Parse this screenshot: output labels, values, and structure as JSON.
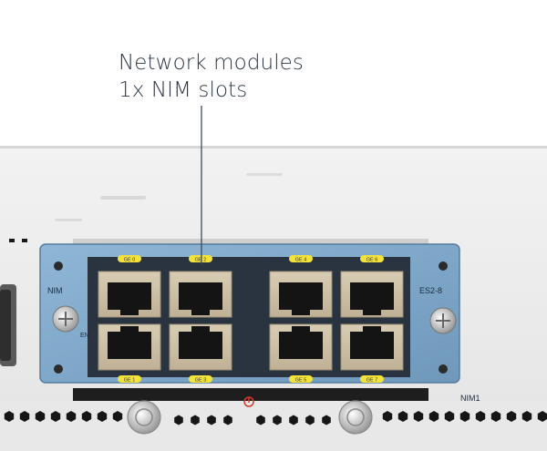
{
  "callout": {
    "line1": "Network modules",
    "line2": "1x NIM slots"
  },
  "module": {
    "left_label": "NIM",
    "en_label": "EN",
    "model_label": "ES2-8",
    "slot_label": "NIM1"
  },
  "ports": {
    "top_labels": [
      "GE 0",
      "GE 2",
      "GE 4",
      "GE 6"
    ],
    "bottom_labels": [
      "GE 1",
      "GE 3",
      "GE 5",
      "GE 7"
    ]
  },
  "colors": {
    "chassis": "#eeeeee",
    "module_frame": "#7ea7c9",
    "port_label": "#f2e23a",
    "callout_line": "#3b4a5e",
    "power_symbol": "#d93a2b"
  }
}
